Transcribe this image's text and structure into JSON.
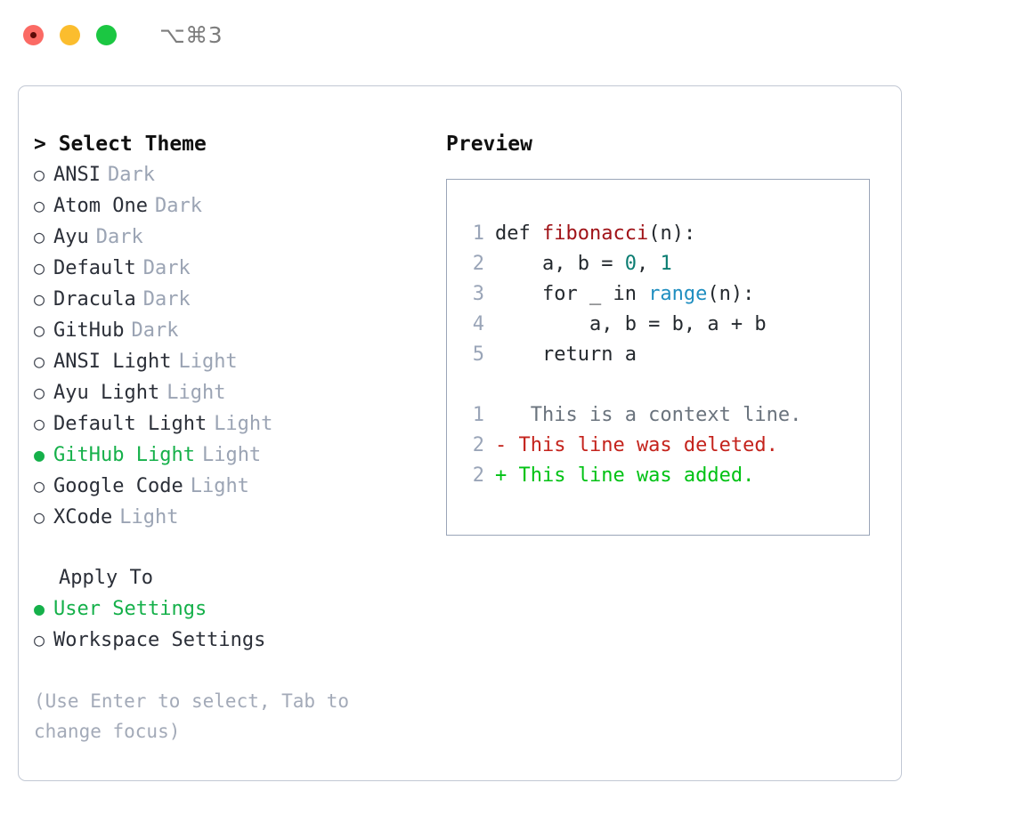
{
  "titlebar": {
    "shortcut": "⌥⌘3",
    "buttons": [
      {
        "name": "close",
        "color": "#fb6a64"
      },
      {
        "name": "minimize",
        "color": "#fbbd2e"
      },
      {
        "name": "zoom",
        "color": "#1bc742"
      }
    ]
  },
  "theme_picker": {
    "heading": "> Select Theme",
    "marker_selected": "●",
    "marker_unselected": "○",
    "options": [
      {
        "label": "ANSI",
        "variant": "Dark",
        "selected": false
      },
      {
        "label": "Atom One",
        "variant": "Dark",
        "selected": false
      },
      {
        "label": "Ayu",
        "variant": "Dark",
        "selected": false
      },
      {
        "label": "Default",
        "variant": "Dark",
        "selected": false
      },
      {
        "label": "Dracula",
        "variant": "Dark",
        "selected": false
      },
      {
        "label": "GitHub",
        "variant": "Dark",
        "selected": false
      },
      {
        "label": "ANSI Light",
        "variant": "Light",
        "selected": false
      },
      {
        "label": "Ayu Light",
        "variant": "Light",
        "selected": false
      },
      {
        "label": "Default Light",
        "variant": "Light",
        "selected": false
      },
      {
        "label": "GitHub Light",
        "variant": "Light",
        "selected": true
      },
      {
        "label": "Google Code",
        "variant": "Light",
        "selected": false
      },
      {
        "label": "XCode",
        "variant": "Light",
        "selected": false
      }
    ]
  },
  "apply_to": {
    "heading": "Apply To",
    "options": [
      {
        "label": "User Settings",
        "selected": true
      },
      {
        "label": "Workspace Settings",
        "selected": false
      }
    ]
  },
  "hint": "(Use Enter to select, Tab to change focus)",
  "preview": {
    "title": "Preview",
    "code_lines": [
      {
        "num": "1",
        "tokens": [
          {
            "text": "def ",
            "type": "plain"
          },
          {
            "text": "fibonacci",
            "type": "fn"
          },
          {
            "text": "(n):",
            "type": "plain"
          }
        ]
      },
      {
        "num": "2",
        "tokens": [
          {
            "text": "    a, b = ",
            "type": "plain"
          },
          {
            "text": "0",
            "type": "num"
          },
          {
            "text": ", ",
            "type": "plain"
          },
          {
            "text": "1",
            "type": "num"
          }
        ]
      },
      {
        "num": "3",
        "tokens": [
          {
            "text": "    for _ in ",
            "type": "plain"
          },
          {
            "text": "range",
            "type": "call"
          },
          {
            "text": "(n):",
            "type": "plain"
          }
        ]
      },
      {
        "num": "4",
        "tokens": [
          {
            "text": "        a, b = b, a + b",
            "type": "plain"
          }
        ]
      },
      {
        "num": "5",
        "tokens": [
          {
            "text": "    return a",
            "type": "plain"
          }
        ]
      }
    ],
    "diff_lines": [
      {
        "num": "1",
        "marker": " ",
        "text": "  This is a context line.",
        "kind": "ctx"
      },
      {
        "num": "2",
        "marker": "-",
        "text": " This line was deleted.",
        "kind": "del"
      },
      {
        "num": "2",
        "marker": "+",
        "text": " This line was added.",
        "kind": "add"
      }
    ]
  },
  "colors": {
    "accent_green": "#15b04a",
    "diff_add": "#00c214",
    "diff_del": "#c4231c",
    "diff_ctx": "#6a737d",
    "token_function": "#a01318",
    "token_number": "#0b7d72",
    "token_call": "#1f8ec0",
    "muted": "#9ba4b4",
    "panel_border": "#c2c8d4",
    "preview_border": "#9aa5b8"
  }
}
